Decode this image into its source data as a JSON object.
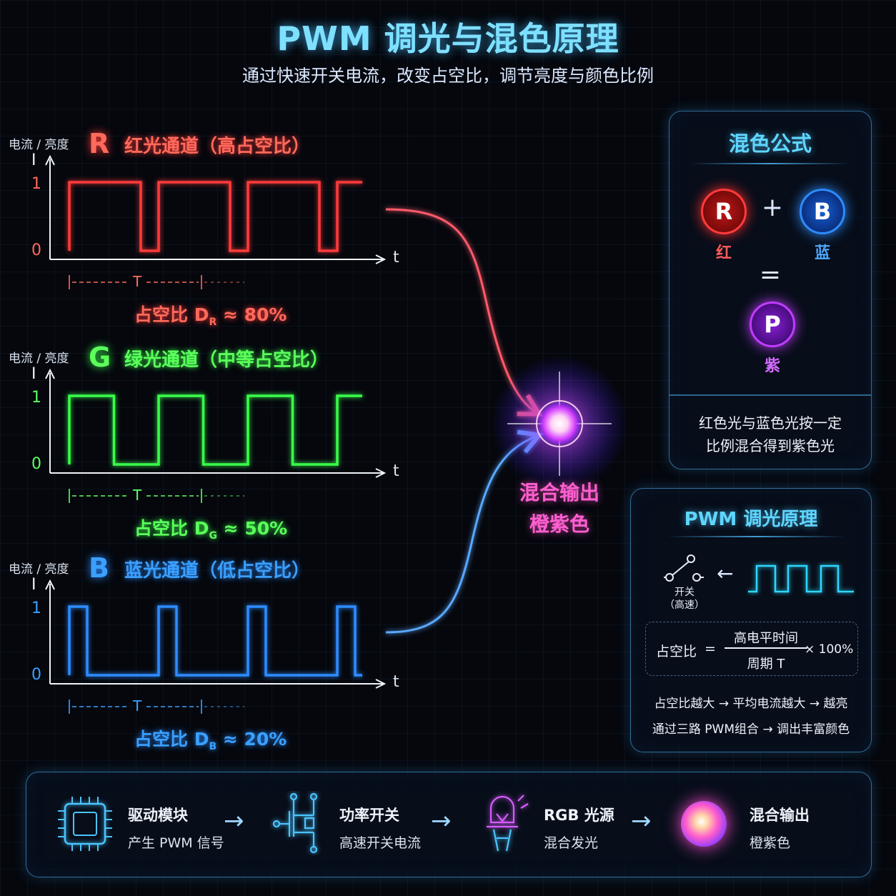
{
  "header": {
    "title": "PWM 调光与混色原理",
    "subtitle": "通过快速开关电流，改变占空比，调节亮度与颜色比例"
  },
  "colors": {
    "red": "#ff3b3b",
    "green": "#39ff4a",
    "blue": "#2d8cff",
    "purple": "#c13cff",
    "cyan": "#5fd6ff"
  },
  "channels": [
    {
      "letter": "R",
      "title": "红光通道（高占空比）",
      "ylabel": "电流 / 亮度",
      "axis_i": "I",
      "tick1": "1",
      "tick0": "0",
      "axis_t": "t",
      "period_label": "T",
      "duty_prefix": "占空比 D",
      "duty_sub": "R",
      "duty_suffix": " ≈ 80%",
      "duty_value": 0.8,
      "color": "#ff3b3b",
      "text_color": "#ff6a5a"
    },
    {
      "letter": "G",
      "title": "绿光通道（中等占空比）",
      "ylabel": "电流 / 亮度",
      "axis_i": "I",
      "tick1": "1",
      "tick0": "0",
      "axis_t": "t",
      "period_label": "T",
      "duty_prefix": "占空比 D",
      "duty_sub": "G",
      "duty_suffix": " ≈ 50%",
      "duty_value": 0.5,
      "color": "#39ff4a",
      "text_color": "#5cff5c"
    },
    {
      "letter": "B",
      "title": "蓝光通道（低占空比）",
      "ylabel": "电流 / 亮度",
      "axis_i": "I",
      "tick1": "1",
      "tick0": "0",
      "axis_t": "t",
      "period_label": "T",
      "duty_prefix": "占空比 D",
      "duty_sub": "B",
      "duty_suffix": " ≈ 20%",
      "duty_value": 0.2,
      "color": "#2d8cff",
      "text_color": "#3aa0ff"
    }
  ],
  "mix_output": {
    "line1": "混合输出",
    "line2": "橙紫色"
  },
  "formula_panel": {
    "title": "混色公式",
    "r_letter": "R",
    "r_label": "红",
    "plus": "+",
    "b_letter": "B",
    "b_label": "蓝",
    "equals": "=",
    "p_letter": "P",
    "p_label": "紫",
    "desc_line1": "红色光与蓝色光按一定",
    "desc_line2": "比例混合得到紫色光"
  },
  "pwm_panel": {
    "title": "PWM 调光原理",
    "switch_line1": "开关",
    "switch_line2": "（高速）",
    "formula_lhs": "占空比",
    "formula_eq": "=",
    "numerator": "高电平时间",
    "denominator": "周期 T",
    "multiplier": "× 100%",
    "note1": "占空比越大 → 平均电流越大 → 越亮",
    "note2": "通过三路 PWM组合 → 调出丰富颜色"
  },
  "flow": [
    {
      "icon": "chip-icon",
      "title": "驱动模块",
      "desc": "产生 PWM 信号"
    },
    {
      "icon": "transistor-icon",
      "title": "功率开关",
      "desc": "高速开关电流"
    },
    {
      "icon": "led-icon",
      "title": "RGB 光源",
      "desc": "混合发光"
    },
    {
      "icon": "glow-orb-icon",
      "title": "混合输出",
      "desc": "橙紫色"
    }
  ]
}
